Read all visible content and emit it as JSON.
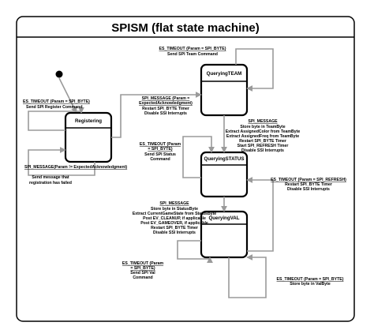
{
  "title": "SPISM (flat state machine)",
  "states": {
    "registering": "Registering",
    "querying_team": "QueryingTEAM",
    "querying_status": "QueryingSTATUS",
    "querying_val": "QueryingVAL"
  },
  "transitions": {
    "registering_timeout": {
      "trigger": "ES_TIMEOUT (Param = SPI_BYTE)",
      "action": "Send SPI Register Command"
    },
    "registering_nack": {
      "trigger": "SPI_MESSAGE(Param != ExpectedAcknowledgment)",
      "action1": "Send message that",
      "action2": "registration has failed"
    },
    "registering_to_team": {
      "trigger1": "SPI_MESSAGE (Param =",
      "trigger2": "ExpectedAcknowledgment)",
      "action1": "Restart SPI_BYTE Timer",
      "action2": "Disable SSI Interrupts"
    },
    "team_timeout": {
      "trigger": "ES_TIMEOUT (Param = SPI_BYTE)",
      "action": "Send SPI Team Command"
    },
    "team_to_status": {
      "trigger": "SPI_MESSAGE",
      "action1": "Store byte in TeamByte",
      "action2": "Extract AssignedColor from TeamByte",
      "action3": "Extract AssignedFreq from TeamByte",
      "action4": "Restart SPI_BYTE Timer",
      "action5": "Start SPI_REFRESH Timer",
      "action6": "Disable SSI Interrupts"
    },
    "status_timeout": {
      "trigger1": "ES_TIMEOUT (Param",
      "trigger2": "= SPI_BYTE)",
      "action1": "Send SPI Status",
      "action2": "Command"
    },
    "status_to_val": {
      "trigger": "SPI_MESSAGE",
      "action1": "Store byte in StatusByte",
      "action2": "Extract CurrentGameState from StatusByte",
      "action3": "Post EV_CLEANUP, if applicable",
      "action4": "Post EV_GAMEOVER, if applicable",
      "action5": "Restart SPI_BYTE Timer",
      "action6": "Disable SSI Interrupts"
    },
    "val_to_status": {
      "trigger": "ES_TIMEOUT (Param = SPI_REFRESH)",
      "action1": "Restart SPI_BYTE Timer",
      "action2": "Disable SSI Interrupts"
    },
    "val_timeout": {
      "trigger1": "ES_TIMEOUT (Param",
      "trigger2": "= SPI_BYTE)",
      "action1": "Send SPI Val",
      "action2": "Command"
    },
    "val_store": {
      "trigger": "ES_TIMEOUT (Param = SPI_BYTE)",
      "action": "Store byte in ValByte"
    }
  }
}
